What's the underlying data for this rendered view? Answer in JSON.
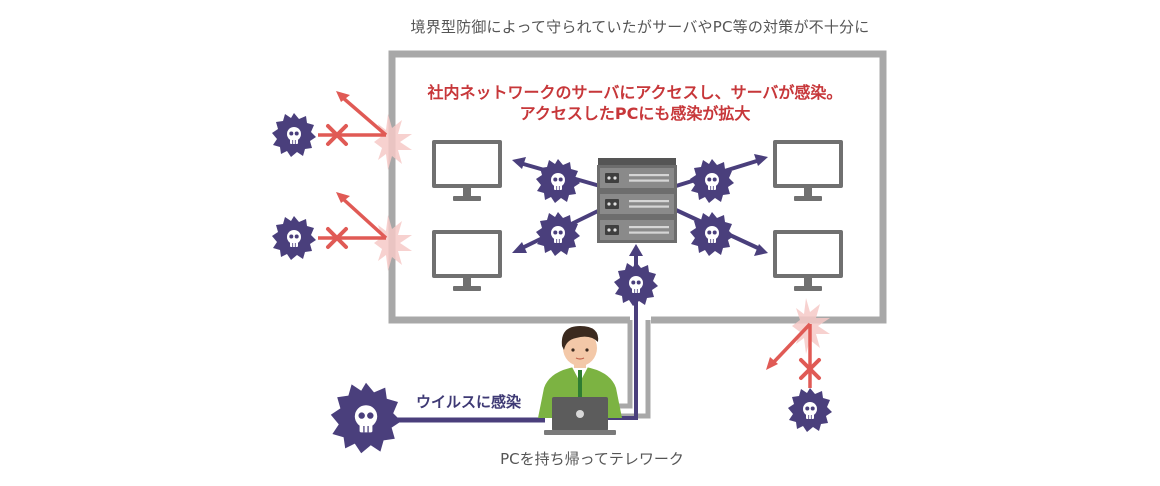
{
  "texts": {
    "top_caption": "境界型防御によって守られていたがサーバやPC等の対策が不十分に",
    "inner_line1": "社内ネットワークのサーバにアクセスし、サーバが感染。",
    "inner_line2": "アクセスしたPCにも感染が拡大",
    "virus_label": "ウイルスに感染",
    "bottom_caption": "PCを持ち帰ってテレワーク"
  },
  "colors": {
    "boundary": "#a8a8a8",
    "virus": "#4a3f7c",
    "arrow": "#4a3f7c",
    "blocked": "#e05a55",
    "caption_red": "#c7373a",
    "person_shirt": "#7cb342"
  },
  "icons": {
    "virus": "virus-skull-icon",
    "blocked": "blocked-x-icon",
    "monitor": "monitor-icon",
    "server": "server-rack-icon",
    "laptop": "laptop-icon"
  }
}
